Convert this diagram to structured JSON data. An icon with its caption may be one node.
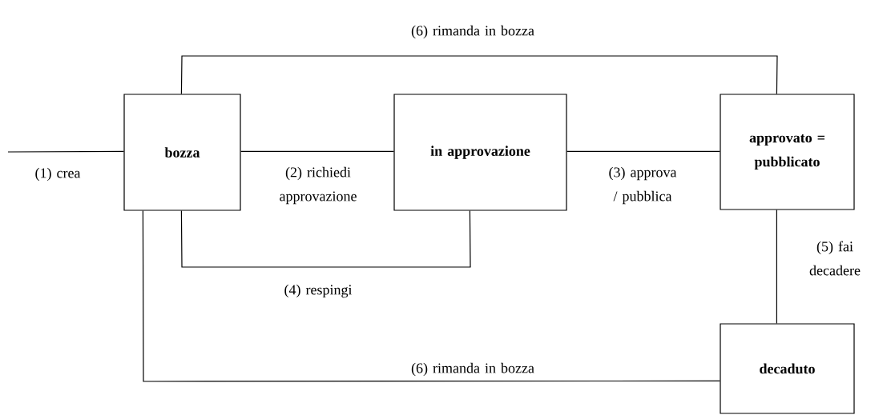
{
  "diagram": {
    "nodes": [
      {
        "text": [
          "bozza"
        ]
      },
      {
        "text": [
          "in approvazione"
        ]
      },
      {
        "text": [
          "approvato = pubblicato"
        ]
      },
      {
        "text": [
          "decaduto"
        ]
      }
    ],
    "edges": [
      {
        "from": null,
        "to": 0,
        "arrow": "none",
        "label": "(1) crea"
      },
      {
        "from": 0,
        "to": 1,
        "arrow": "none",
        "label": "(2) richiedi approvazione"
      },
      {
        "from": 1,
        "to": 2,
        "arrow": "none",
        "label": "(3) approva / pubblica"
      },
      {
        "from": 1,
        "to": 0,
        "arrow": "none",
        "label": "(4) respingi"
      },
      {
        "from": 2,
        "to": 3,
        "arrow": "none",
        "label": "(5) fai decadere"
      },
      {
        "from": 2,
        "to": 0,
        "arrow": "none",
        "label": "(6) rimanda in bozza"
      },
      {
        "from": 3,
        "to": 0,
        "arrow": "none",
        "label": "(6) rimanda in bozza"
      }
    ]
  }
}
